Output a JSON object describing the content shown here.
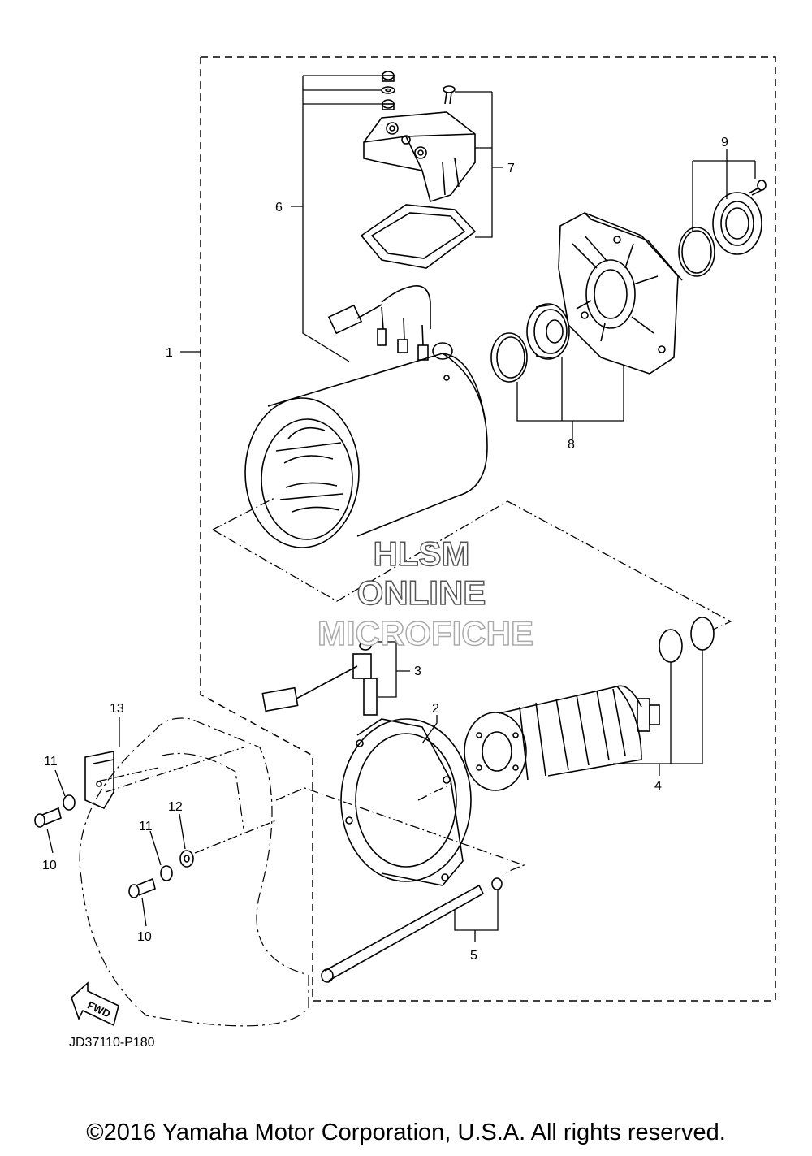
{
  "diagram": {
    "part_numbers": [
      "1",
      "2",
      "3",
      "4",
      "5",
      "6",
      "7",
      "8",
      "9",
      "10",
      "10",
      "11",
      "11",
      "12",
      "13"
    ],
    "drawing_code": "JD37110-P180",
    "fwd_label": "FWD",
    "watermark": [
      "HLSM",
      "ONLINE",
      "MICROFICHE"
    ]
  },
  "footer": {
    "copyright": "©2016 Yamaha Motor Corporation, U.S.A. All rights reserved."
  }
}
